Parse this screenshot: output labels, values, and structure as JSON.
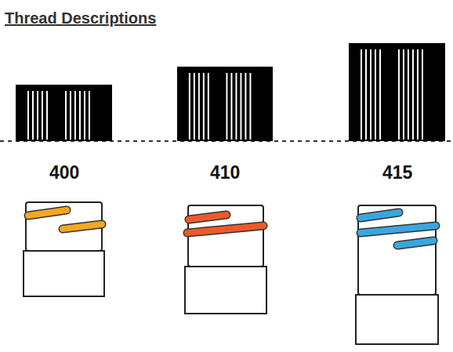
{
  "diagram": {
    "title": "Thread Descriptions",
    "labels": [
      "400",
      "410",
      "415"
    ]
  }
}
